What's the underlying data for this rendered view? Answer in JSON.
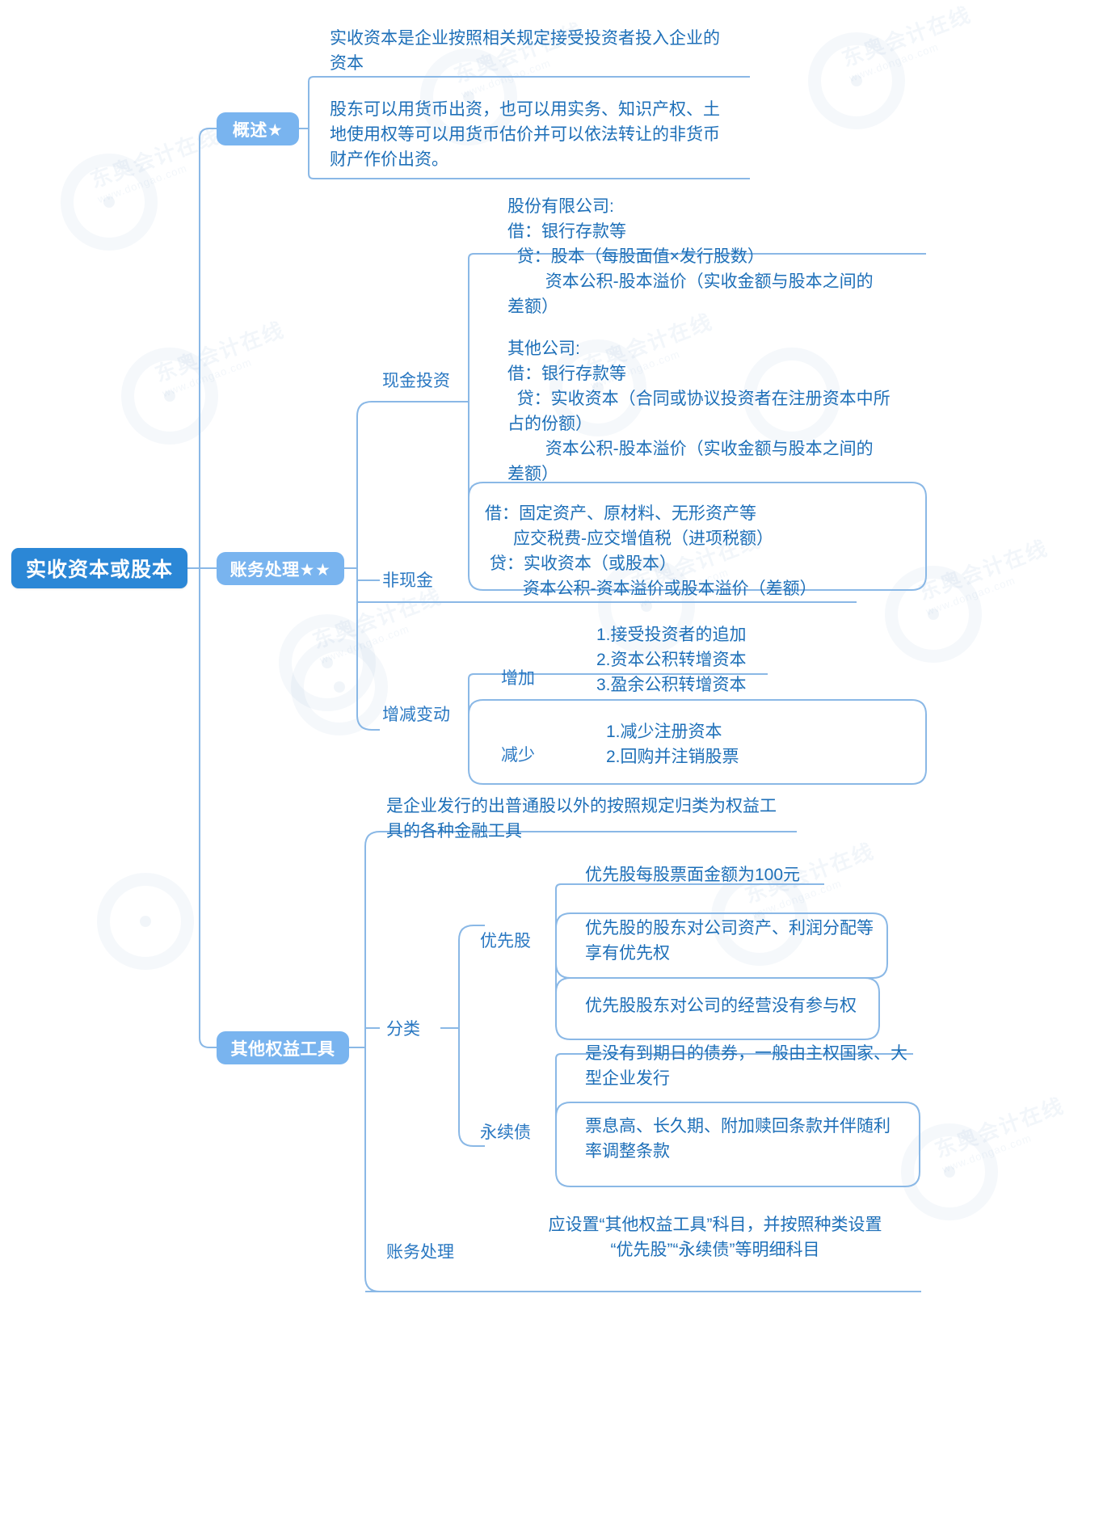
{
  "title": "实收资本或股本",
  "colors": {
    "root_bg": "#2b87d6",
    "branch_bg": "#79b4ef",
    "text": "#1d6fb8",
    "wire": "#8ab8e6"
  },
  "root": {
    "label": "实收资本或股本"
  },
  "branches": {
    "overview": {
      "label": "概述★"
    },
    "accounting": {
      "label": "账务处理★★"
    },
    "other_equity": {
      "label": "其他权益工具"
    }
  },
  "overview": {
    "note1": "实收资本是企业按照相关规定接受投资者投入企业的\n资本",
    "note2": "股东可以用货币出资，也可以用实务、知识产权、土\n地使用权等可以用货币估价并可以依法转让的非货币\n财产作价出资。"
  },
  "accounting": {
    "cash_label": "现金投资",
    "noncash_label": "非现金",
    "change_label": "增减变动",
    "increase_label": "增加",
    "decrease_label": "减少",
    "cash_joint_stock": "股份有限公司:\n借：银行存款等\n  贷：股本（每股面值×发行股数）\n        资本公积-股本溢价（实收金额与股本之间的\n差额）",
    "cash_other_company": "其他公司:\n借：银行存款等\n  贷：实收资本（合同或协议投资者在注册资本中所\n占的份额）\n        资本公积-股本溢价（实收金额与股本之间的\n差额）",
    "noncash_entry": "借：固定资产、原材料、无形资产等\n      应交税费-应交增值税（进项税额）\n 贷：实收资本（或股本）\n        资本公积-资本溢价或股本溢价（差额）",
    "increase_items": "1.接受投资者的追加\n2.资本公积转增资本\n3.盈余公积转增资本",
    "decrease_items": "1.减少注册资本\n2.回购并注销股票"
  },
  "other_equity": {
    "definition": "是企业发行的出普通股以外的按照规定归类为权益工\n具的各种金融工具",
    "classify_label": "分类",
    "preferred_label": "优先股",
    "perpetual_label": "永续债",
    "accounting_label": "账务处理",
    "preferred_items": [
      "优先股每股票面金额为100元",
      "优先股的股东对公司资产、利润分配等\n享有优先权",
      "优先股股东对公司的经营没有参与权"
    ],
    "perpetual_items": [
      "是没有到期日的债券，一般由主权国家、大\n型企业发行",
      "票息高、长久期、附加赎回条款并伴随利\n率调整条款"
    ],
    "accounting_text": "应设置“其他权益工具”科目，并按照种类设置\n“优先股”“永续债”等明细科目"
  },
  "watermarks": {
    "brand": "东奥会计在线",
    "url": "www.dongao.com"
  }
}
